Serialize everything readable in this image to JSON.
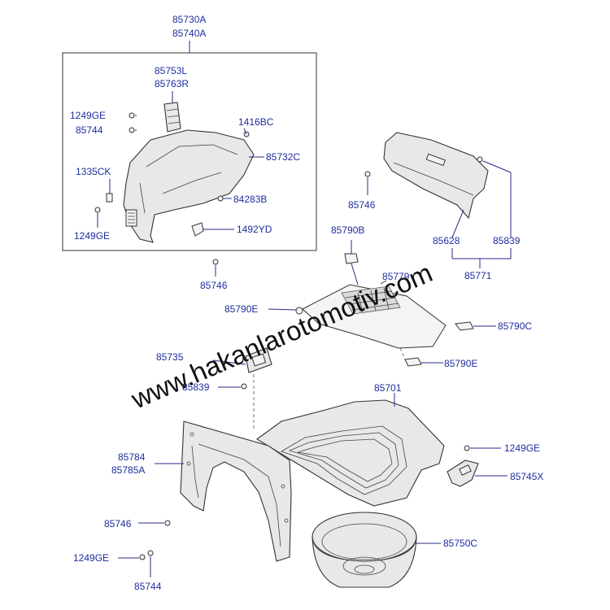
{
  "labels": {
    "l85730A": "85730A",
    "l85740A": "85740A",
    "l85753L": "85753L",
    "l85763R": "85763R",
    "l1249GE_a": "1249GE",
    "l85744_a": "85744",
    "l1416BC": "1416BC",
    "l85732C": "85732C",
    "l1335CK": "1335CK",
    "l84283B": "84283B",
    "l1249GE_b": "1249GE",
    "l1492YD": "1492YD",
    "l85746_a": "85746",
    "l85746_b": "85746",
    "l85790B": "85790B",
    "l85628": "85628",
    "l85839_a": "85839",
    "l85771": "85771",
    "l85779": "85779",
    "l85790E_a": "85790E",
    "l85790C": "85790C",
    "l85735": "85735",
    "l85790E_b": "85790E",
    "l85839_b": "85839",
    "l85701": "85701",
    "l85784": "85784",
    "l85785A": "85785A",
    "l1249GE_c": "1249GE",
    "l85745X": "85745X",
    "l85746_c": "85746",
    "l85750C": "85750C",
    "l1249GE_d": "1249GE",
    "l85744_b": "85744"
  },
  "watermark": "www.hakanlarotomotiv.com",
  "colors": {
    "label": "#1f2d9e",
    "line": "#2a2a8a",
    "part_fill": "#e8e8e8",
    "watermark": "#111111"
  }
}
